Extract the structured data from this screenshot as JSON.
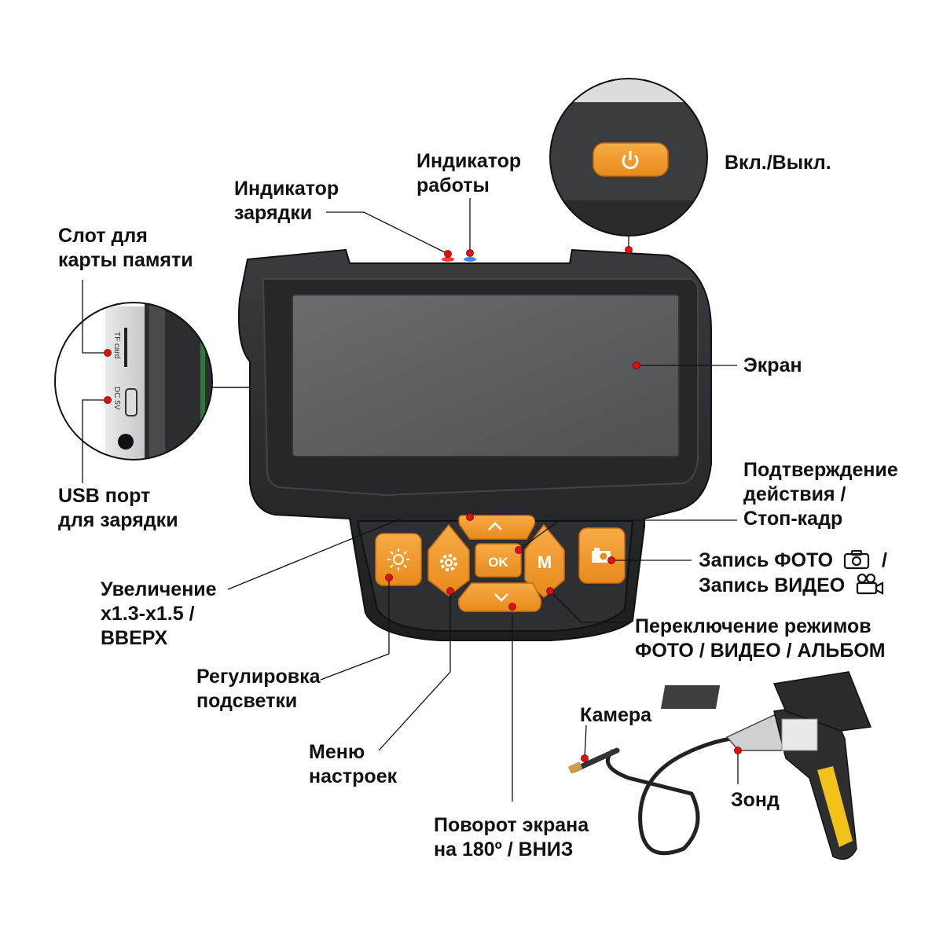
{
  "labels": {
    "memory_slot": [
      "Слот для",
      "карты памяти"
    ],
    "charge_indicator": [
      "Индикатор",
      "зарядки"
    ],
    "work_indicator": [
      "Индикатор",
      "работы"
    ],
    "power": "Вкл./Выкл.",
    "screen": "Экран",
    "confirm": [
      "Подтверждение",
      "действия /",
      "Стоп-кадр"
    ],
    "record_photo": "Запись ФОТО",
    "record_separator": "/",
    "record_video": "Запись ВИДЕО",
    "usb_port": [
      "USB порт",
      "для зарядки"
    ],
    "zoom": [
      "Увеличение",
      "x1.3-x1.5 /",
      "ВВЕРХ"
    ],
    "mode_switch": [
      "Переключение режимов",
      "ФОТО / ВИДЕО / АЛЬБОМ"
    ],
    "backlight": [
      "Регулировка",
      "подсветки"
    ],
    "settings_menu": [
      "Меню",
      "настроек"
    ],
    "rotate": [
      "Поворот экрана",
      "на 180º / ВНИЗ"
    ],
    "camera": "Камера",
    "probe": "Зонд"
  },
  "device": {
    "ok_button": "OK",
    "mode_button": "M",
    "port_labels": {
      "tf": "TF card",
      "dc": "DC 5V"
    }
  },
  "colors": {
    "accent_orange": "#f29a2e",
    "callout_dot": "#e01010",
    "body_dark": "#2a2b2d",
    "screen": "#5e5f63"
  },
  "icons": [
    "sun-icon",
    "gear-icon",
    "up-arrow-icon",
    "down-arrow-icon",
    "camera-icon",
    "video-camera-icon",
    "power-icon"
  ]
}
